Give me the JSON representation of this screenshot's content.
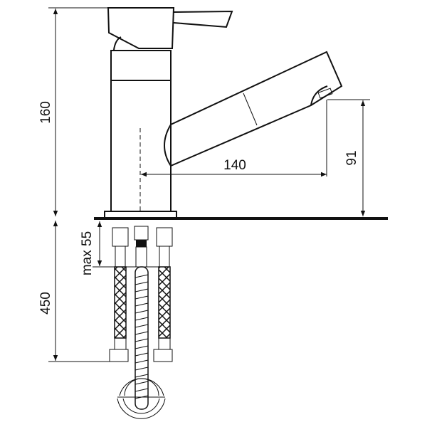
{
  "dimensions": {
    "height_total": "160",
    "spout_reach": "140",
    "spout_height": "91",
    "hose_length": "450",
    "max_thickness": "max 55"
  }
}
